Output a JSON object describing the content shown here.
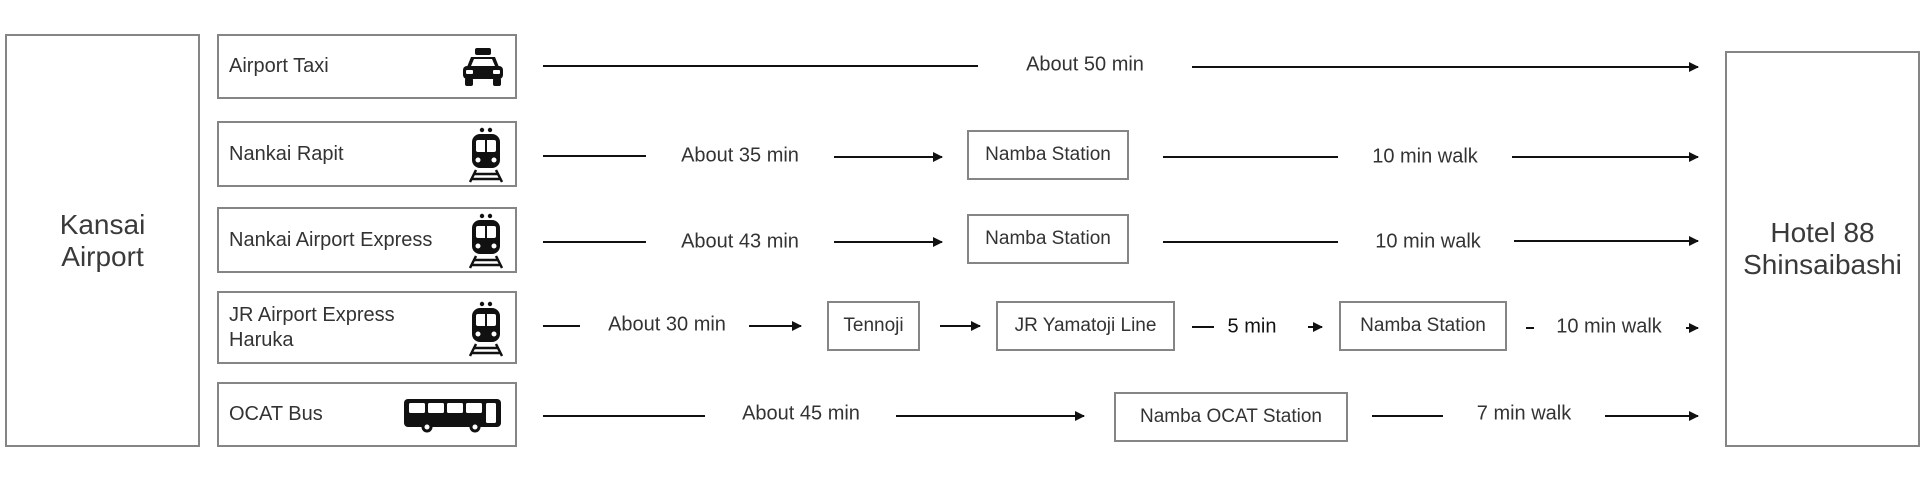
{
  "origin": "Kansai\nAirport",
  "destination": "Hotel 88\nShinsaibashi",
  "routes": [
    {
      "mode": "Airport Taxi",
      "icon": "taxi-icon",
      "segments": [
        "About 50 min"
      ],
      "stations": []
    },
    {
      "mode": "Nankai Rapit",
      "icon": "train-icon",
      "segments": [
        "About 35 min",
        "10 min walk"
      ],
      "stations": [
        "Namba Station"
      ]
    },
    {
      "mode": "Nankai Airport Express",
      "icon": "train-icon",
      "segments": [
        "About 43 min",
        "10 min walk"
      ],
      "stations": [
        "Namba Station"
      ]
    },
    {
      "mode": "JR Airport Express\nHaruka",
      "icon": "train-icon",
      "segments": [
        "About 30 min",
        "",
        "5 min",
        "10 min walk"
      ],
      "stations": [
        "Tennoji",
        "JR Yamatoji Line",
        "Namba Station"
      ]
    },
    {
      "mode": "OCAT Bus",
      "icon": "bus-icon",
      "segments": [
        "About 45 min",
        "7 min walk"
      ],
      "stations": [
        "Namba OCAT Station"
      ]
    }
  ]
}
